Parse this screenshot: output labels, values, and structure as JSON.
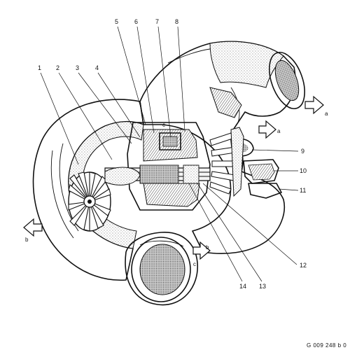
{
  "callouts": [
    {
      "id": "1",
      "text": "1"
    },
    {
      "id": "2",
      "text": "2"
    },
    {
      "id": "3",
      "text": "3"
    },
    {
      "id": "4",
      "text": "4"
    },
    {
      "id": "5",
      "text": "5"
    },
    {
      "id": "6",
      "text": "6"
    },
    {
      "id": "7",
      "text": "7"
    },
    {
      "id": "8",
      "text": "8"
    },
    {
      "id": "9",
      "text": "9"
    },
    {
      "id": "10",
      "text": "10"
    },
    {
      "id": "11",
      "text": "11"
    },
    {
      "id": "12",
      "text": "12"
    },
    {
      "id": "13",
      "text": "13"
    },
    {
      "id": "14",
      "text": "14"
    }
  ],
  "flow_arrows": [
    {
      "id": "a-top-right",
      "text": "a"
    },
    {
      "id": "a-mid",
      "text": "a"
    },
    {
      "id": "b-left",
      "text": "b"
    },
    {
      "id": "b-lower",
      "text": "b"
    }
  ],
  "inner_letters": {
    "c_upper": "c",
    "c_lower": "c"
  },
  "reference": "G 009 248 b 0"
}
